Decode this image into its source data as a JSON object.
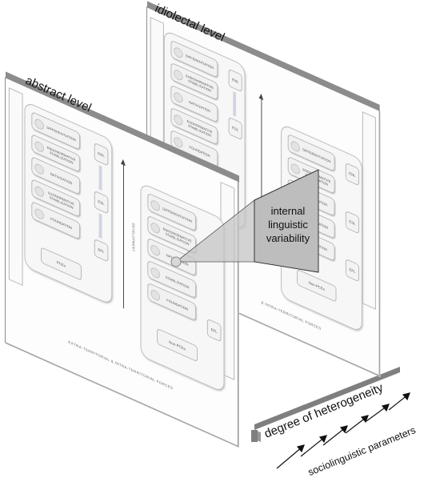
{
  "levels": {
    "idiolectal": "idiolectal level",
    "abstract": "abstract level"
  },
  "stages": [
    "DIFFERENTIATION",
    "ENDONORMATIVE STABILIZATION",
    "NATIVIZATION",
    "EXONORMATIVE STABILIZATION",
    "FOUNDATION"
  ],
  "stages_right": [
    "DIFFERENTIATION",
    "ENDONORMATIVE STABILIZATION",
    "NATIVIZATION",
    "STABILIZATION",
    "FOUNDATION"
  ],
  "tags": {
    "enl": "ENL",
    "esl": "ESL",
    "efl": "EFL"
  },
  "boxes": {
    "pces": "PCEs",
    "non_pces": "Non-PCEs"
  },
  "forces": "EXTRA-TERRITORIAL & INTRA-TERRITORIAL FORCES",
  "forces_short": "& INTRA-TERRITORIAL FORCES",
  "development": "DEVELOPMENT",
  "callout": {
    "line1": "internal",
    "line2": "linguistic",
    "line3": "variability"
  },
  "heterogeneity": "degree of heterogeneity",
  "sociolinguistic": "sociolinguistic parameters",
  "colors": {
    "frame": "#8c8c8c",
    "callout_fill": "#bdbdbd",
    "arrow_pale": "#d0d4e2"
  }
}
